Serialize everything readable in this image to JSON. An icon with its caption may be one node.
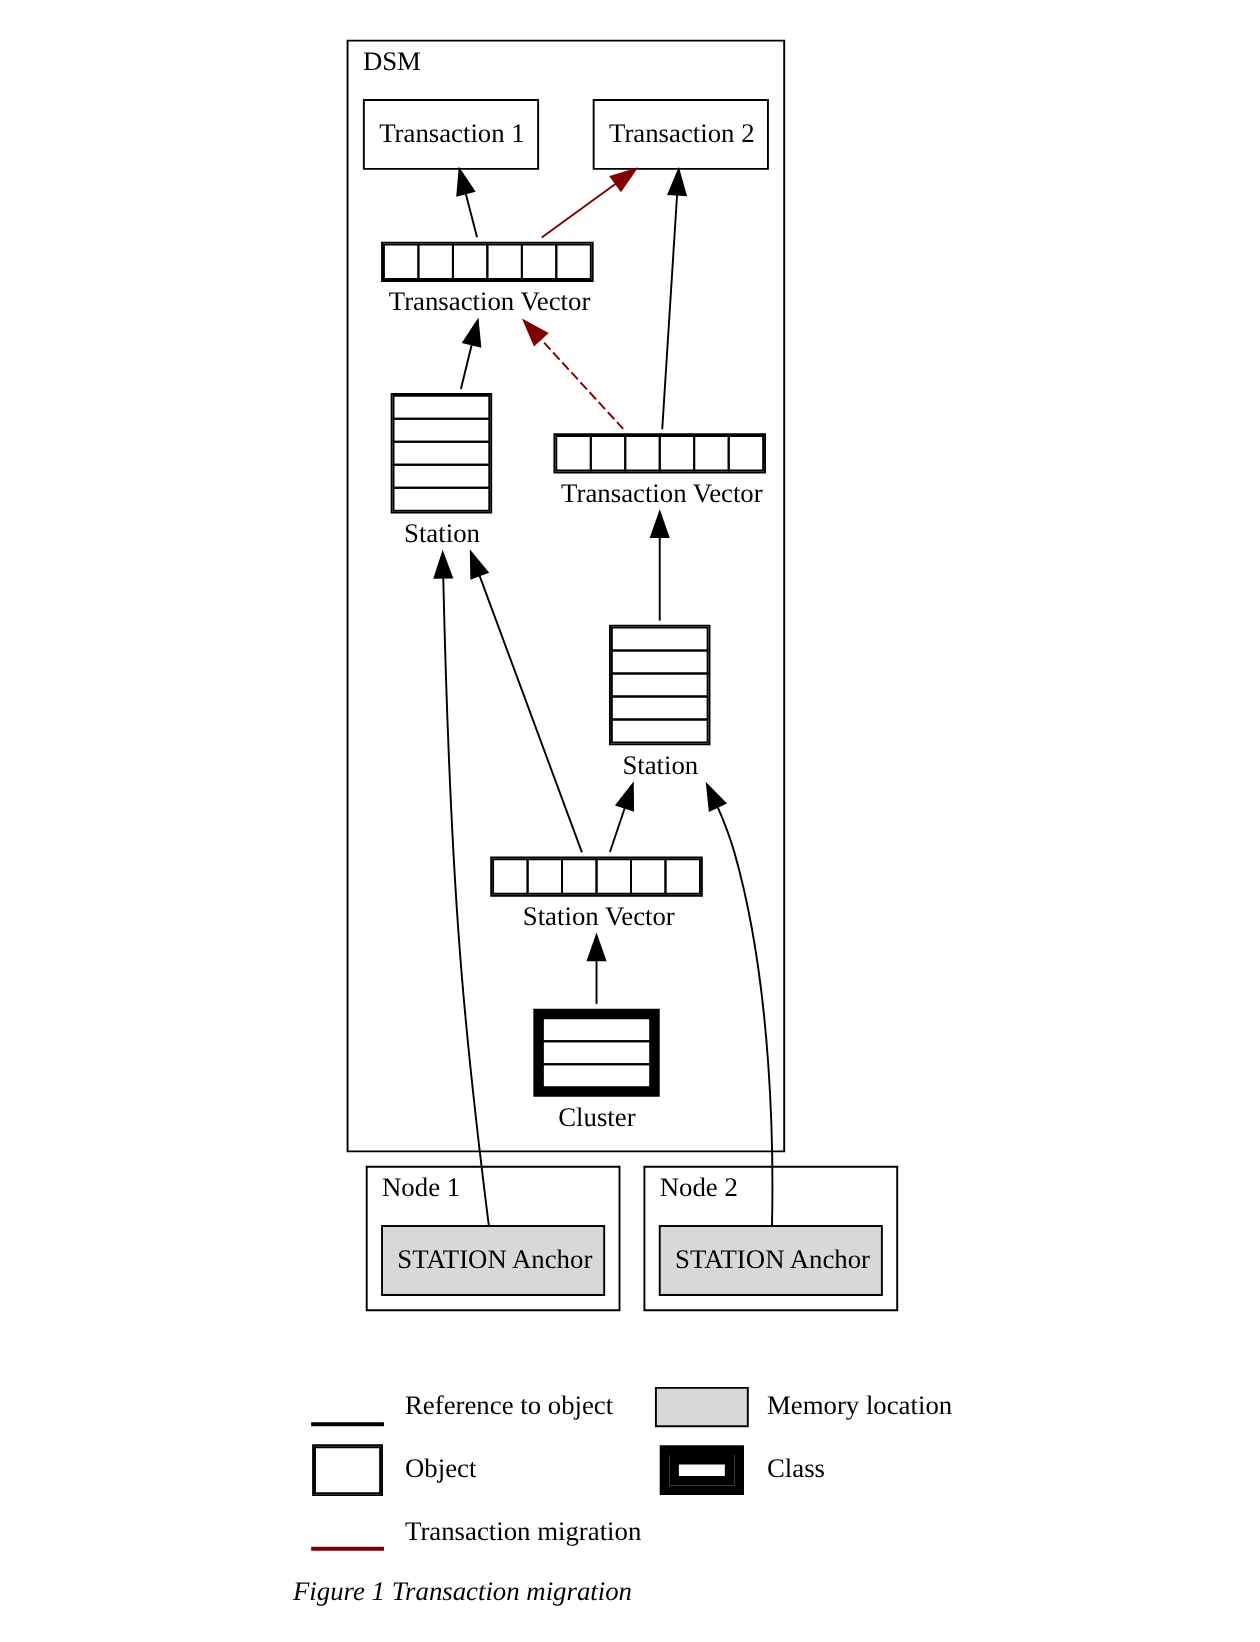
{
  "diagram": {
    "caption": "Figure 1 Transaction migration",
    "nodes": [
      {
        "text": [
          "DSM"
        ]
      },
      {
        "text": [
          "Transaction 1"
        ],
        "in": 0
      },
      {
        "text": [
          "Transaction 2"
        ],
        "in": 0
      },
      {
        "text": [
          "Transaction Vector"
        ],
        "in": 0
      },
      {
        "text": [
          "Transaction Vector"
        ],
        "in": 0
      },
      {
        "text": [
          "Station Vector"
        ],
        "in": 0
      },
      {
        "text": [
          "Station"
        ],
        "in": 0
      },
      {
        "text": [
          "Station"
        ],
        "in": 0
      },
      {
        "text": [
          "Cluster"
        ],
        "in": 0
      },
      {
        "text": [
          "Node 1"
        ]
      },
      {
        "text": [
          "STATION Anchor"
        ],
        "in": 9
      },
      {
        "text": [
          "Node 2"
        ]
      },
      {
        "text": [
          "STATION Anchor"
        ],
        "in": 11
      }
    ],
    "edges": [
      {
        "from": 3,
        "to": 1,
        "arrow": "to"
      },
      {
        "from": 4,
        "to": 2,
        "arrow": "to"
      },
      {
        "from": 3,
        "to": 2,
        "arrow": "to",
        "color": "#800000"
      },
      {
        "from": 4,
        "to": 3,
        "arrow": "to",
        "style": "dashed",
        "color": "#800000"
      },
      {
        "from": 6,
        "to": 3,
        "arrow": "to"
      },
      {
        "from": 7,
        "to": 4,
        "arrow": "to"
      },
      {
        "from": 5,
        "to": 6,
        "arrow": "to"
      },
      {
        "from": 5,
        "to": 7,
        "arrow": "to"
      },
      {
        "from": 8,
        "to": 5,
        "arrow": "to"
      },
      {
        "from": 10,
        "to": 6,
        "arrow": "to"
      },
      {
        "from": 12,
        "to": 7,
        "arrow": "to"
      }
    ],
    "legend": [
      {
        "text": "Reference to object"
      },
      {
        "text": "Memory location"
      },
      {
        "text": "Object"
      },
      {
        "text": "Class"
      },
      {
        "text": "Transaction migration"
      }
    ]
  }
}
